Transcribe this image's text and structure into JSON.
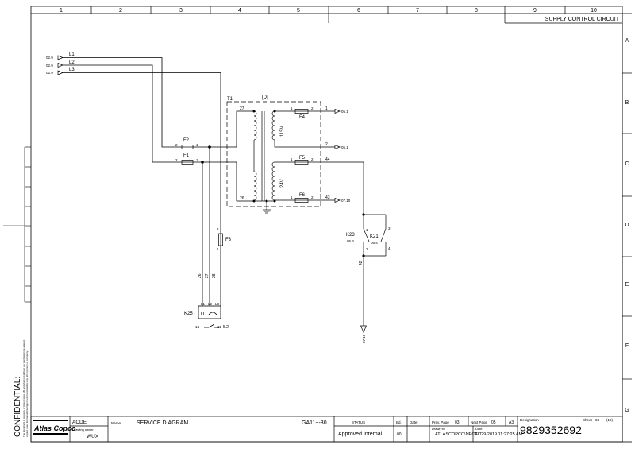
{
  "frame": {
    "columns": [
      "1",
      "2",
      "3",
      "4",
      "5",
      "6",
      "7",
      "8",
      "9",
      "10"
    ],
    "rows": [
      "A",
      "B",
      "C",
      "D",
      "E",
      "F",
      "G"
    ],
    "circuit_title": "SUPPLY CONTROL CIRCUIT"
  },
  "inputs": [
    {
      "ref": "02.9",
      "line": "L1"
    },
    {
      "ref": "02.9",
      "line": "L2"
    },
    {
      "ref": "02.9",
      "line": "L3"
    }
  ],
  "transformer": {
    "tag": "T1",
    "bracket_label": "[D]",
    "secondary_upper": "115V",
    "secondary_lower": "24V",
    "primary_top_wire": "27",
    "primary_bottom_wire": "26"
  },
  "fuses": {
    "F1": {
      "label": "F1",
      "pin_left": "2",
      "pin_right": "1"
    },
    "F2": {
      "label": "F2",
      "pin_left": "2",
      "pin_right": "1"
    },
    "F3": {
      "label": "F3",
      "pin_top": "2",
      "pin_bottom": "1"
    },
    "F4": {
      "label": "F4",
      "pin_left": "1",
      "pin_right": "2"
    },
    "F5": {
      "label": "F5",
      "pin_left": "1",
      "pin_right": "2"
    },
    "F6": {
      "label": "F6",
      "pin_left": "1",
      "pin_right": "2"
    }
  },
  "outputs": [
    {
      "wire": "1",
      "ref": "05.1"
    },
    {
      "wire": "2",
      "ref": "05.1"
    },
    {
      "wire": "43",
      "ref": "07.10"
    }
  ],
  "wire_44": "44",
  "wire_42": "42",
  "bottom_ref": "07.10",
  "vertical_wires": [
    "26",
    "27",
    "28"
  ],
  "relay_k23": {
    "tag": "K23",
    "ref": "05.3",
    "pin_top": "1",
    "pin_bottom": "2"
  },
  "relay_k21": {
    "tag": "K21",
    "ref": "05.4",
    "pin_top": "3",
    "pin_bottom": "4"
  },
  "k25": {
    "tag": "K25",
    "u_label": "U",
    "terminals": [
      "L1",
      "L2",
      "L3"
    ],
    "contact_left": "14",
    "contact_right": "11",
    "contact_ref": "5.2"
  },
  "confidential": {
    "title": "CONFIDENTIAL:",
    "line1": "The document is property of Atlas Copco AB and shall not without our permission be altered,",
    "line2": "copied, used for manufacturing or communicated to any other person or company."
  },
  "title_block": {
    "company_name": "ACDE",
    "drawing_owner_label": "Drawing owner",
    "drawing_owner": "WUX",
    "name_label": "Name",
    "name": "SERVICE DIAGRAM",
    "model": "GA11+-30",
    "status_label": "STATUS",
    "status": "Approved Internal",
    "ed_label": "Ed.",
    "ed": "00",
    "date_label": "Date",
    "prev_page_label": "Prev. Page",
    "prev_page": "03",
    "next_page_label": "Next Page",
    "next_page": "05",
    "paper_size": "A3",
    "drawn_by_label": "Drawn by",
    "drawn_by": "ATLASCOPCO\\NEOFC",
    "date_field_label": "Date",
    "date_value": "11/29/2019 11:27:25 AM",
    "designation_label": "Designation",
    "designation": "9829352692",
    "sheet_label": "Sheet",
    "sheet": "04",
    "sheet_total": "(12)"
  }
}
